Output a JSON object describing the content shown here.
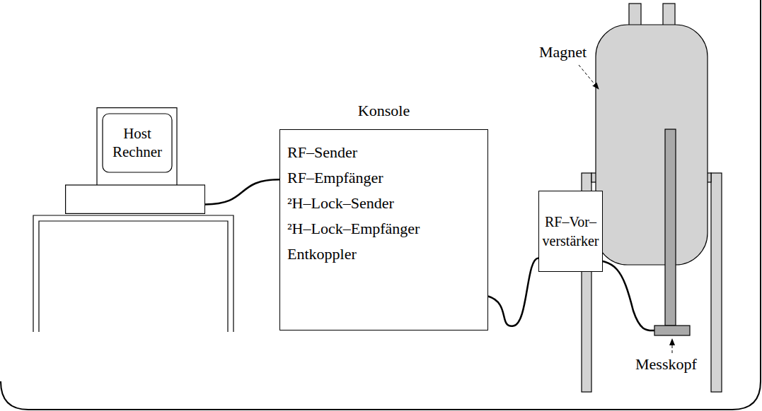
{
  "diagram": {
    "nodes": [
      {
        "text": [
          "Host Rechner"
        ]
      },
      {
        "text": [
          "Konsole",
          "RF–Sender",
          "RF–Empfänger",
          "²H–Lock–Sender",
          "²H–Lock–Empfänger",
          "Entkoppler"
        ]
      },
      {
        "text": [
          "RF–Vor– verstärker"
        ]
      }
    ],
    "edges": [
      {
        "from": 0,
        "to": 1,
        "arrow": "none"
      },
      {
        "from": 1,
        "to": 2,
        "arrow": "none"
      }
    ],
    "labels": [
      "Magnet",
      "Messkopf"
    ]
  }
}
